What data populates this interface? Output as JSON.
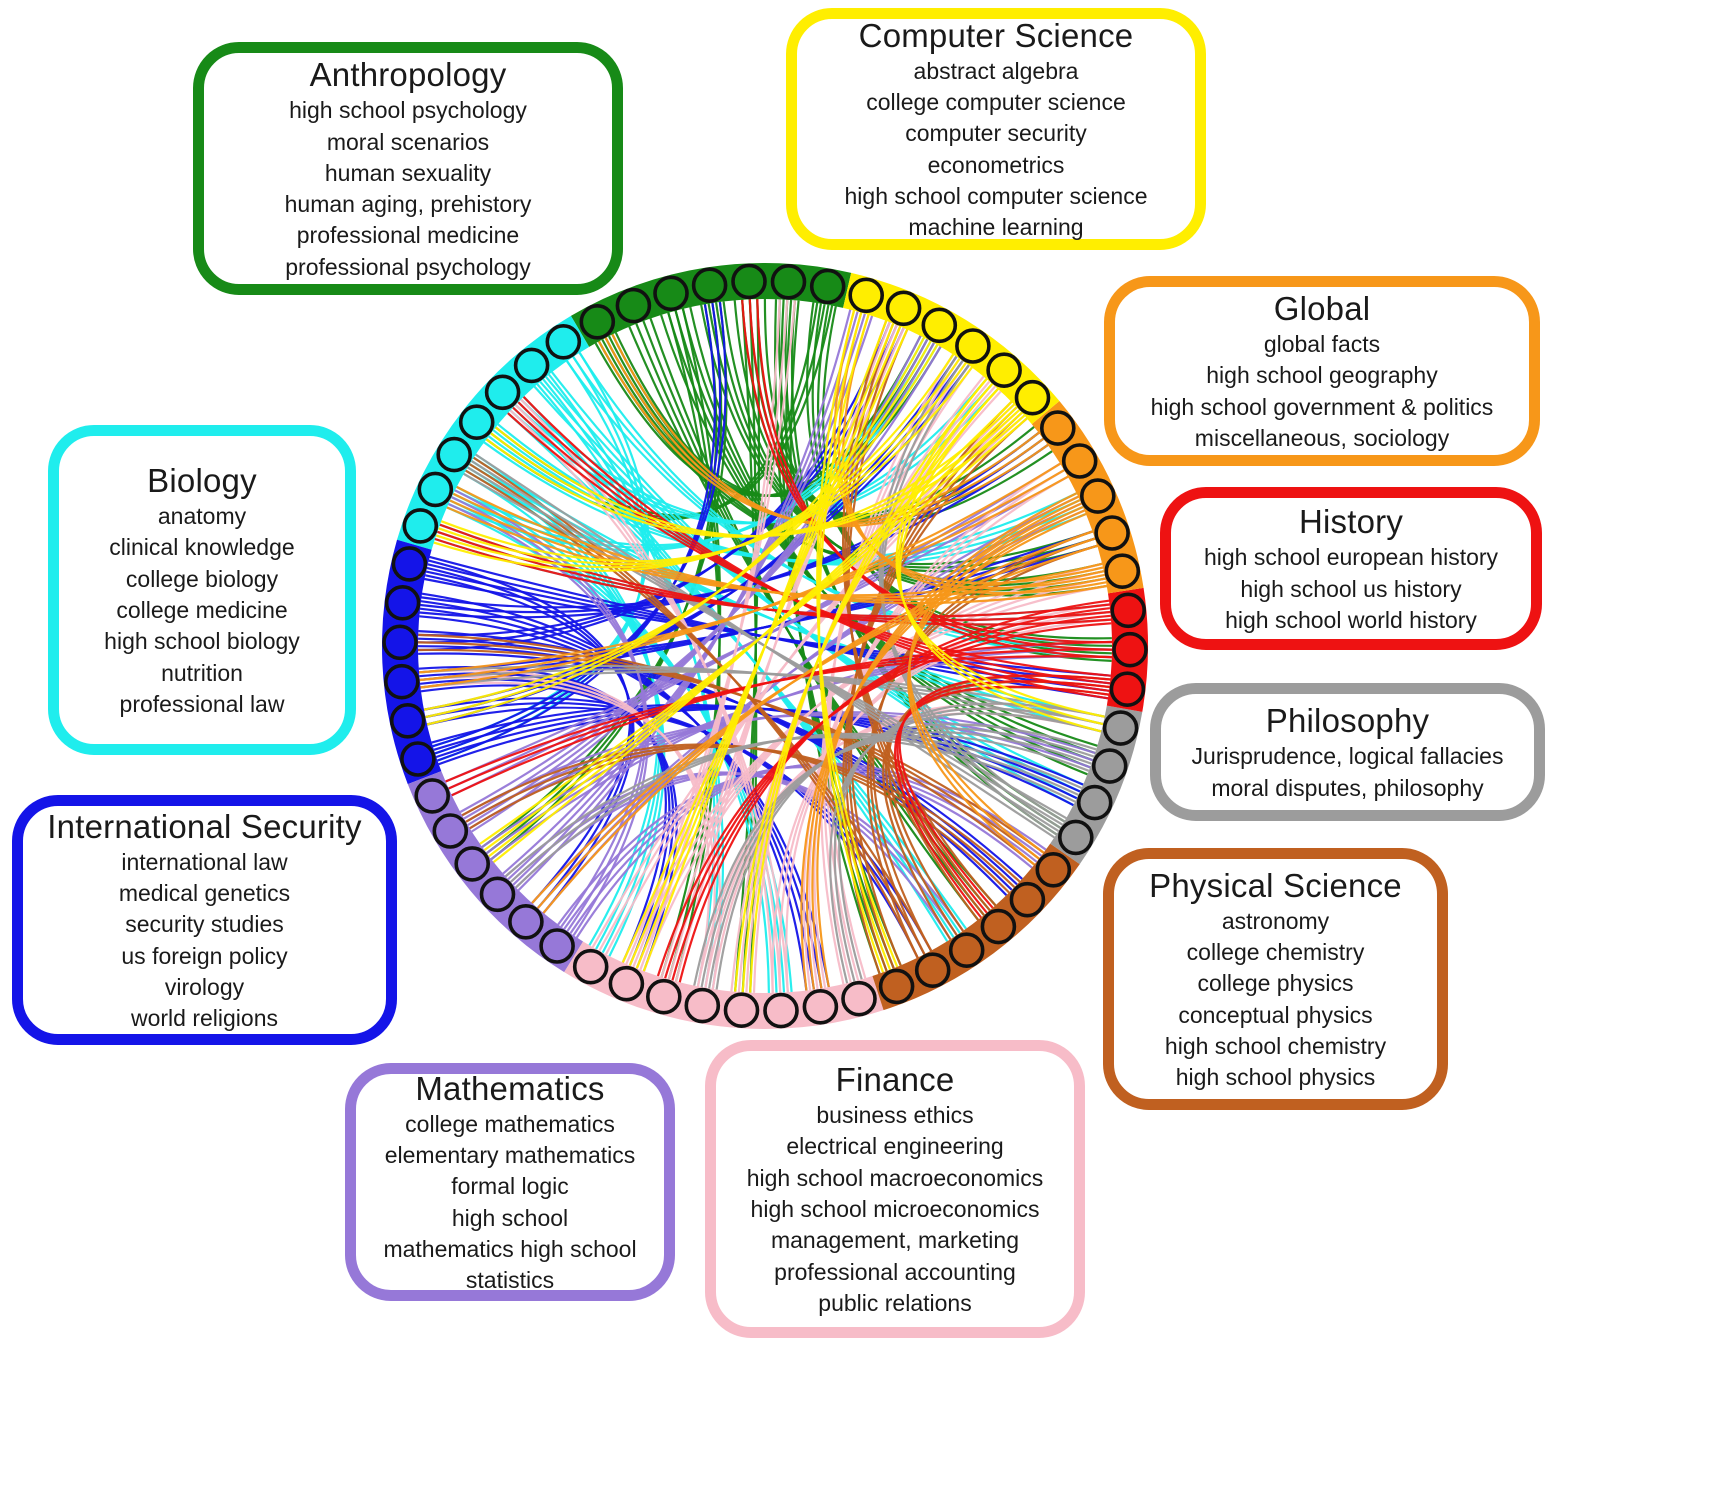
{
  "diagram": {
    "categories": [
      {
        "id": "anthropology",
        "label": "Anthropology",
        "color": "#178A17",
        "node_count": 7,
        "topics": [
          "high school psychology",
          "moral scenarios",
          "human sexuality",
          "human aging, prehistory",
          "professional medicine",
          "professional psychology"
        ]
      },
      {
        "id": "biology",
        "label": "Biology",
        "color": "#1FEDED",
        "node_count": 7,
        "topics": [
          "anatomy",
          "clinical knowledge",
          "college biology",
          "college medicine",
          "high school biology",
          "nutrition",
          "professional law"
        ]
      },
      {
        "id": "international-security",
        "label": "International Security",
        "color": "#1414E8",
        "node_count": 6,
        "topics": [
          "international law",
          "medical genetics",
          "security studies",
          "us foreign policy",
          "virology",
          "world religions"
        ]
      },
      {
        "id": "mathematics",
        "label": "Mathematics",
        "color": "#9678D8",
        "node_count": 6,
        "topics": [
          "college mathematics",
          "elementary mathematics",
          "formal logic",
          "high school",
          "mathematics high school",
          "statistics"
        ]
      },
      {
        "id": "finance",
        "label": "Finance",
        "color": "#F7BCC8",
        "node_count": 8,
        "topics": [
          "business ethics",
          "electrical engineering",
          "high school macroeconomics",
          "high school microeconomics",
          "management, marketing",
          "professional accounting",
          "public relations"
        ]
      },
      {
        "id": "physical-science",
        "label": "Physical Science",
        "color": "#C06020",
        "node_count": 6,
        "topics": [
          "astronomy",
          "college chemistry",
          "college physics",
          "conceptual physics",
          "high school chemistry",
          "high school physics"
        ]
      },
      {
        "id": "philosophy",
        "label": "Philosophy",
        "color": "#9C9C9C",
        "node_count": 4,
        "topics": [
          "Jurisprudence, logical fallacies",
          "moral disputes, philosophy"
        ]
      },
      {
        "id": "history",
        "label": "History",
        "color": "#EE1212",
        "node_count": 3,
        "topics": [
          "high school european history",
          "high school us history",
          "high school world history"
        ]
      },
      {
        "id": "global",
        "label": "Global",
        "color": "#F79719",
        "node_count": 5,
        "topics": [
          "global facts",
          "high school geography",
          "high school government & politics",
          "miscellaneous, sociology"
        ]
      },
      {
        "id": "computer-science",
        "label": "Computer Science",
        "color": "#FFEE00",
        "node_count": 6,
        "topics": [
          "abstract algebra",
          "college computer science",
          "computer security",
          "econometrics",
          "high school computer science",
          "machine learning"
        ]
      }
    ],
    "node_border_color": "#111111",
    "chords": [
      [
        0,
        45,
        4
      ],
      [
        1,
        40,
        3
      ],
      [
        1,
        34,
        4
      ],
      [
        2,
        51,
        5
      ],
      [
        2,
        30,
        3
      ],
      [
        3,
        47,
        4
      ],
      [
        3,
        22,
        3
      ],
      [
        4,
        42,
        5
      ],
      [
        4,
        28,
        3
      ],
      [
        5,
        37,
        4
      ],
      [
        6,
        48,
        3
      ],
      [
        0,
        10,
        3
      ],
      [
        6,
        55,
        4
      ],
      [
        7,
        45,
        3
      ],
      [
        8,
        41,
        4
      ],
      [
        8,
        29,
        3
      ],
      [
        9,
        36,
        4
      ],
      [
        9,
        53,
        3
      ],
      [
        10,
        49,
        4
      ],
      [
        11,
        43,
        3
      ],
      [
        11,
        26,
        4
      ],
      [
        12,
        55,
        3
      ],
      [
        13,
        46,
        3
      ],
      [
        12,
        31,
        4
      ],
      [
        7,
        19,
        3
      ],
      [
        14,
        44,
        4
      ],
      [
        15,
        51,
        3
      ],
      [
        15,
        32,
        4
      ],
      [
        16,
        56,
        3
      ],
      [
        16,
        38,
        4
      ],
      [
        17,
        48,
        3
      ],
      [
        17,
        27,
        4
      ],
      [
        18,
        54,
        3
      ],
      [
        19,
        41,
        4
      ],
      [
        18,
        35,
        3
      ],
      [
        19,
        3,
        3
      ],
      [
        14,
        24,
        3
      ],
      [
        20,
        50,
        3
      ],
      [
        21,
        55,
        4
      ],
      [
        21,
        42,
        3
      ],
      [
        22,
        45,
        3
      ],
      [
        23,
        57,
        4
      ],
      [
        23,
        36,
        3
      ],
      [
        24,
        49,
        3
      ],
      [
        25,
        39,
        4
      ],
      [
        25,
        12,
        3
      ],
      [
        26,
        52,
        3
      ],
      [
        27,
        47,
        4
      ],
      [
        28,
        56,
        3
      ],
      [
        29,
        43,
        3
      ],
      [
        30,
        53,
        4
      ],
      [
        31,
        46,
        3
      ],
      [
        32,
        50,
        3
      ],
      [
        33,
        54,
        4
      ],
      [
        27,
        1,
        3
      ],
      [
        31,
        9,
        3
      ],
      [
        29,
        17,
        3
      ],
      [
        34,
        52,
        4
      ],
      [
        35,
        48,
        3
      ],
      [
        36,
        44,
        3
      ],
      [
        37,
        56,
        4
      ],
      [
        38,
        21,
        3
      ],
      [
        39,
        16,
        3
      ],
      [
        35,
        11,
        3
      ],
      [
        40,
        11,
        4
      ],
      [
        41,
        23,
        3
      ],
      [
        42,
        29,
        4
      ],
      [
        43,
        17,
        3
      ],
      [
        40,
        54,
        3
      ],
      [
        43,
        33,
        3
      ],
      [
        44,
        9,
        4
      ],
      [
        45,
        20,
        3
      ],
      [
        46,
        28,
        4
      ],
      [
        44,
        37,
        3
      ],
      [
        45,
        2,
        3
      ],
      [
        46,
        13,
        3
      ],
      [
        47,
        12,
        4
      ],
      [
        48,
        24,
        3
      ],
      [
        49,
        32,
        4
      ],
      [
        50,
        17,
        3
      ],
      [
        51,
        6,
        3
      ],
      [
        49,
        39,
        3
      ],
      [
        47,
        57,
        3
      ],
      [
        52,
        22,
        4
      ],
      [
        53,
        30,
        3
      ],
      [
        54,
        13,
        4
      ],
      [
        55,
        18,
        3
      ],
      [
        56,
        27,
        4
      ],
      [
        57,
        34,
        3
      ],
      [
        53,
        43,
        3
      ],
      [
        52,
        10,
        3
      ]
    ]
  }
}
